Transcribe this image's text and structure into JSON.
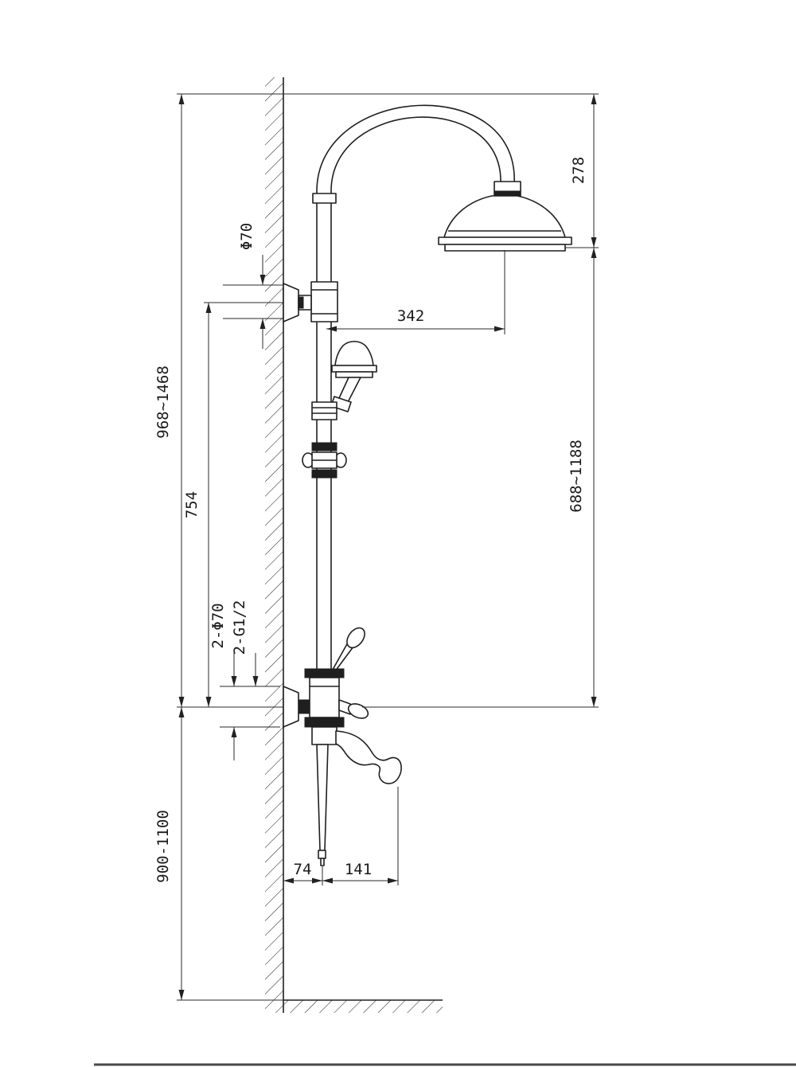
{
  "page": {
    "background": "#ffffff"
  },
  "drawing": {
    "kind": "technical dimensional drawing",
    "subject": "wall-mounted shower column with overhead rain shower, hand shower, diverter, mixer and tub spout",
    "stroke_color": "#1f1f1f",
    "dimension_color": "#2a2a2a",
    "labels": {
      "head_drop_height": "278",
      "upper_bracket_escutcheon_diameter": "Φ70",
      "shower_arm_reach": "342",
      "overall_column_height_range": "968~1468",
      "bracket_to_mixer_distance": "754",
      "head_rim_to_mixer_range": "688~1188",
      "mixer_escutcheon_diameters": "2-Φ70",
      "mixer_connection_threads": "2-G1/2",
      "mixer_mounting_height_range": "900-1100",
      "wall_to_column_offset": "74",
      "column_to_spout_reach": "141"
    }
  }
}
